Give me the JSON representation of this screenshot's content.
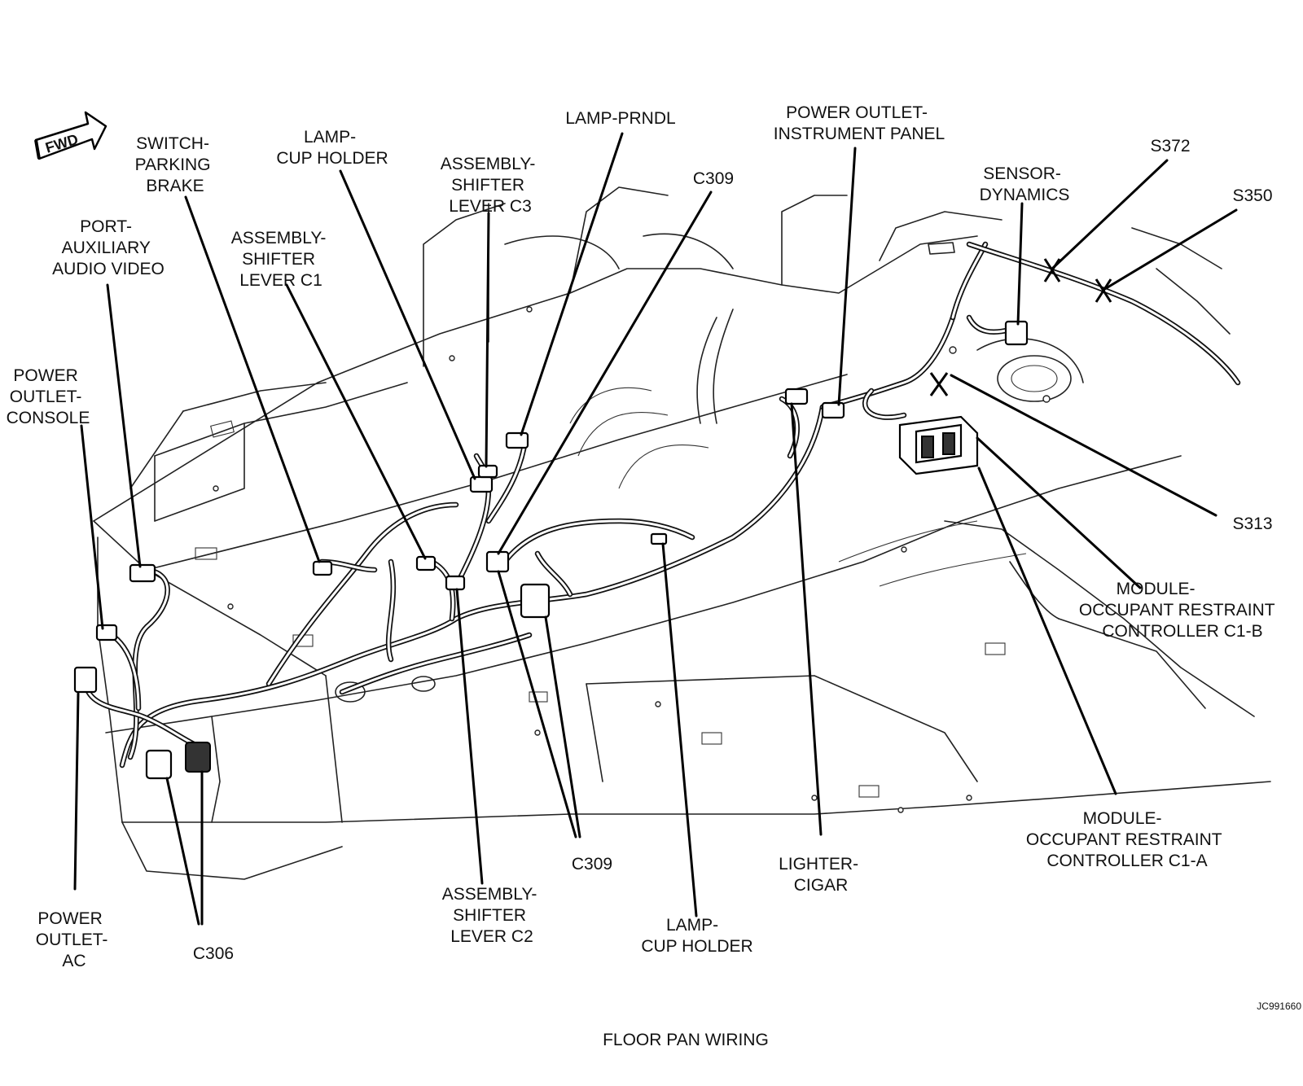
{
  "diagram": {
    "caption": "FLOOR PAN WIRING",
    "figure_code": "JC991660",
    "fwd_label": "FWD",
    "labels": {
      "port_auxiliary": [
        "PORT-",
        "AUXILIARY",
        "AUDIO VIDEO"
      ],
      "switch_parking_brake": [
        "SWITCH-",
        "PARKING",
        "BRAKE"
      ],
      "lamp_cup_holder_top": [
        "LAMP-",
        "CUP HOLDER"
      ],
      "shifter_c1": [
        "ASSEMBLY-",
        "SHIFTER",
        "LEVER C1"
      ],
      "shifter_c3": [
        "ASSEMBLY-",
        "SHIFTER",
        "LEVER C3"
      ],
      "lamp_prndl": [
        "LAMP-PRNDL"
      ],
      "c309_top": [
        "C309"
      ],
      "power_outlet_ip": [
        "POWER OUTLET-",
        "INSTRUMENT PANEL"
      ],
      "sensor_dynamics": [
        "SENSOR-",
        "DYNAMICS"
      ],
      "s372": [
        "S372"
      ],
      "s350": [
        "S350"
      ],
      "power_outlet_console": [
        "POWER",
        "OUTLET-",
        "CONSOLE"
      ],
      "s313": [
        "S313"
      ],
      "orc_c1b": [
        "MODULE-",
        "OCCUPANT RESTRAINT",
        "CONTROLLER C1-B"
      ],
      "orc_c1a": [
        "MODULE-",
        "OCCUPANT RESTRAINT",
        "CONTROLLER C1-A"
      ],
      "c309_bottom": [
        "C309"
      ],
      "lighter_cigar": [
        "LIGHTER-",
        "CIGAR"
      ],
      "shifter_c2": [
        "ASSEMBLY-",
        "SHIFTER",
        "LEVER C2"
      ],
      "lamp_cup_holder_bottom": [
        "LAMP-",
        "CUP HOLDER"
      ],
      "power_outlet_ac": [
        "POWER",
        "OUTLET-",
        "AC"
      ],
      "c306": [
        "C306"
      ]
    }
  }
}
